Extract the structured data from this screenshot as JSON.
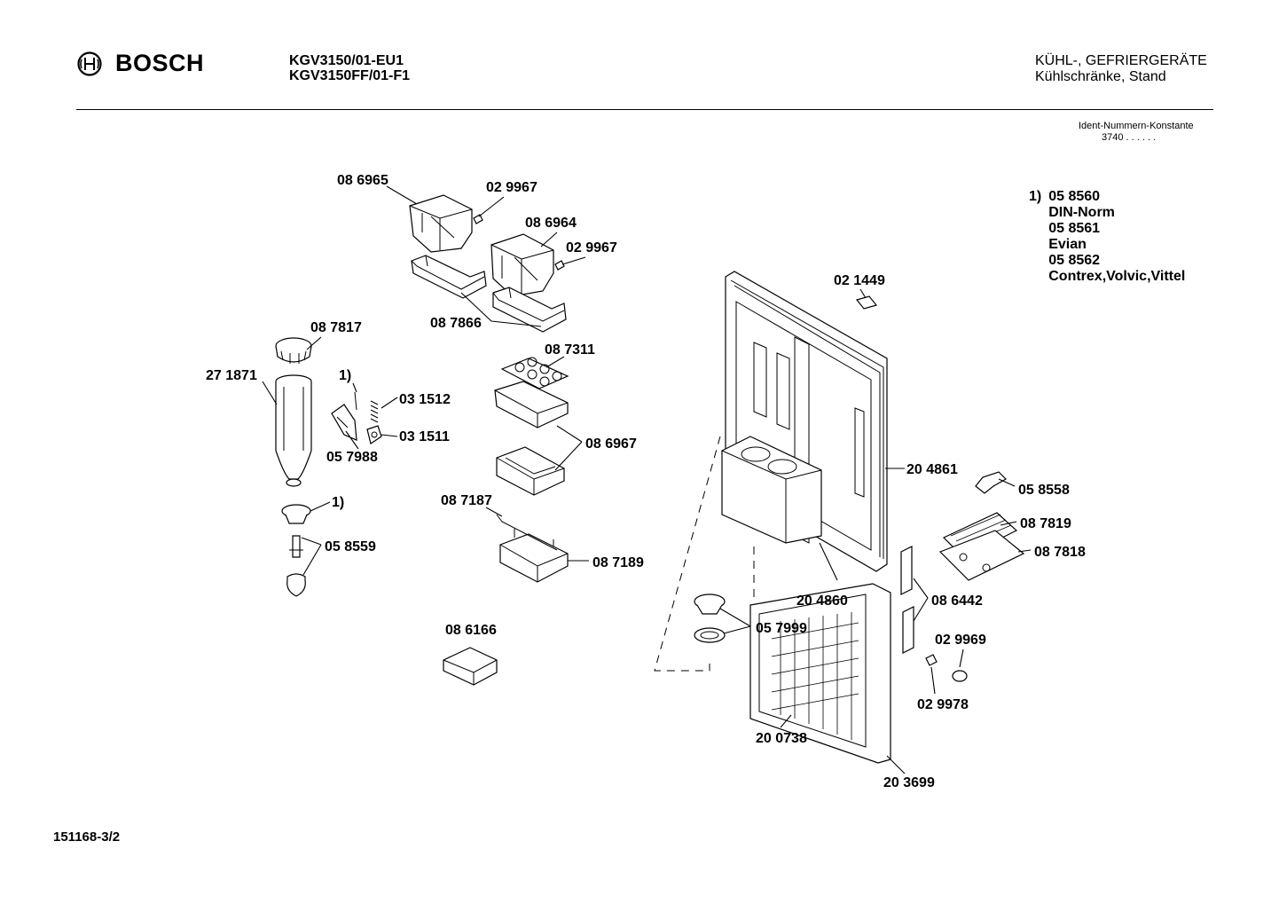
{
  "header": {
    "brand": "BOSCH",
    "models": [
      "KGV3150/01-EU1",
      "KGV3150FF/01-F1"
    ],
    "category_line1": "KÜHL-, GEFRIERGERÄTE",
    "category_line2": "Kühlschränke, Stand",
    "ident_label": "Ident-Nummern-Konstante",
    "ident_value": "3740  . .   . . . ."
  },
  "footnote": {
    "marker": "1)",
    "lines": [
      "05 8560",
      "DIN-Norm",
      "05 8561",
      "Evian",
      "05 8562",
      "Contrex,Volvic,Vittel"
    ]
  },
  "sheet_number": "151168-3/2",
  "parts": [
    {
      "id": "p086965",
      "label": "08 6965"
    },
    {
      "id": "p029967a",
      "label": "02 9967"
    },
    {
      "id": "p086964",
      "label": "08 6964"
    },
    {
      "id": "p029967b",
      "label": "02 9967"
    },
    {
      "id": "p087866",
      "label": "08 7866"
    },
    {
      "id": "p087817",
      "label": "08 7817"
    },
    {
      "id": "p271871",
      "label": "27 1871"
    },
    {
      "id": "fn1a",
      "label": "1)"
    },
    {
      "id": "p031512",
      "label": "03 1512"
    },
    {
      "id": "p031511",
      "label": "03 1511"
    },
    {
      "id": "p057988",
      "label": "05 7988"
    },
    {
      "id": "fn1b",
      "label": "1)"
    },
    {
      "id": "p058559",
      "label": "05 8559"
    },
    {
      "id": "p087311",
      "label": "08 7311"
    },
    {
      "id": "p086967",
      "label": "08 6967"
    },
    {
      "id": "p087187",
      "label": "08 7187"
    },
    {
      "id": "p087189",
      "label": "08 7189"
    },
    {
      "id": "p086166",
      "label": "08 6166"
    },
    {
      "id": "p021449",
      "label": "02 1449"
    },
    {
      "id": "p204861",
      "label": "20 4861"
    },
    {
      "id": "p058558",
      "label": "05 8558"
    },
    {
      "id": "p087819",
      "label": "08 7819"
    },
    {
      "id": "p087818",
      "label": "08 7818"
    },
    {
      "id": "p204860",
      "label": "20 4860"
    },
    {
      "id": "p086442",
      "label": "08 6442"
    },
    {
      "id": "p057999",
      "label": "05 7999"
    },
    {
      "id": "p029969",
      "label": "02 9969"
    },
    {
      "id": "p029978",
      "label": "02 9978"
    },
    {
      "id": "p200738",
      "label": "20 0738"
    },
    {
      "id": "p203699",
      "label": "20 3699"
    }
  ]
}
